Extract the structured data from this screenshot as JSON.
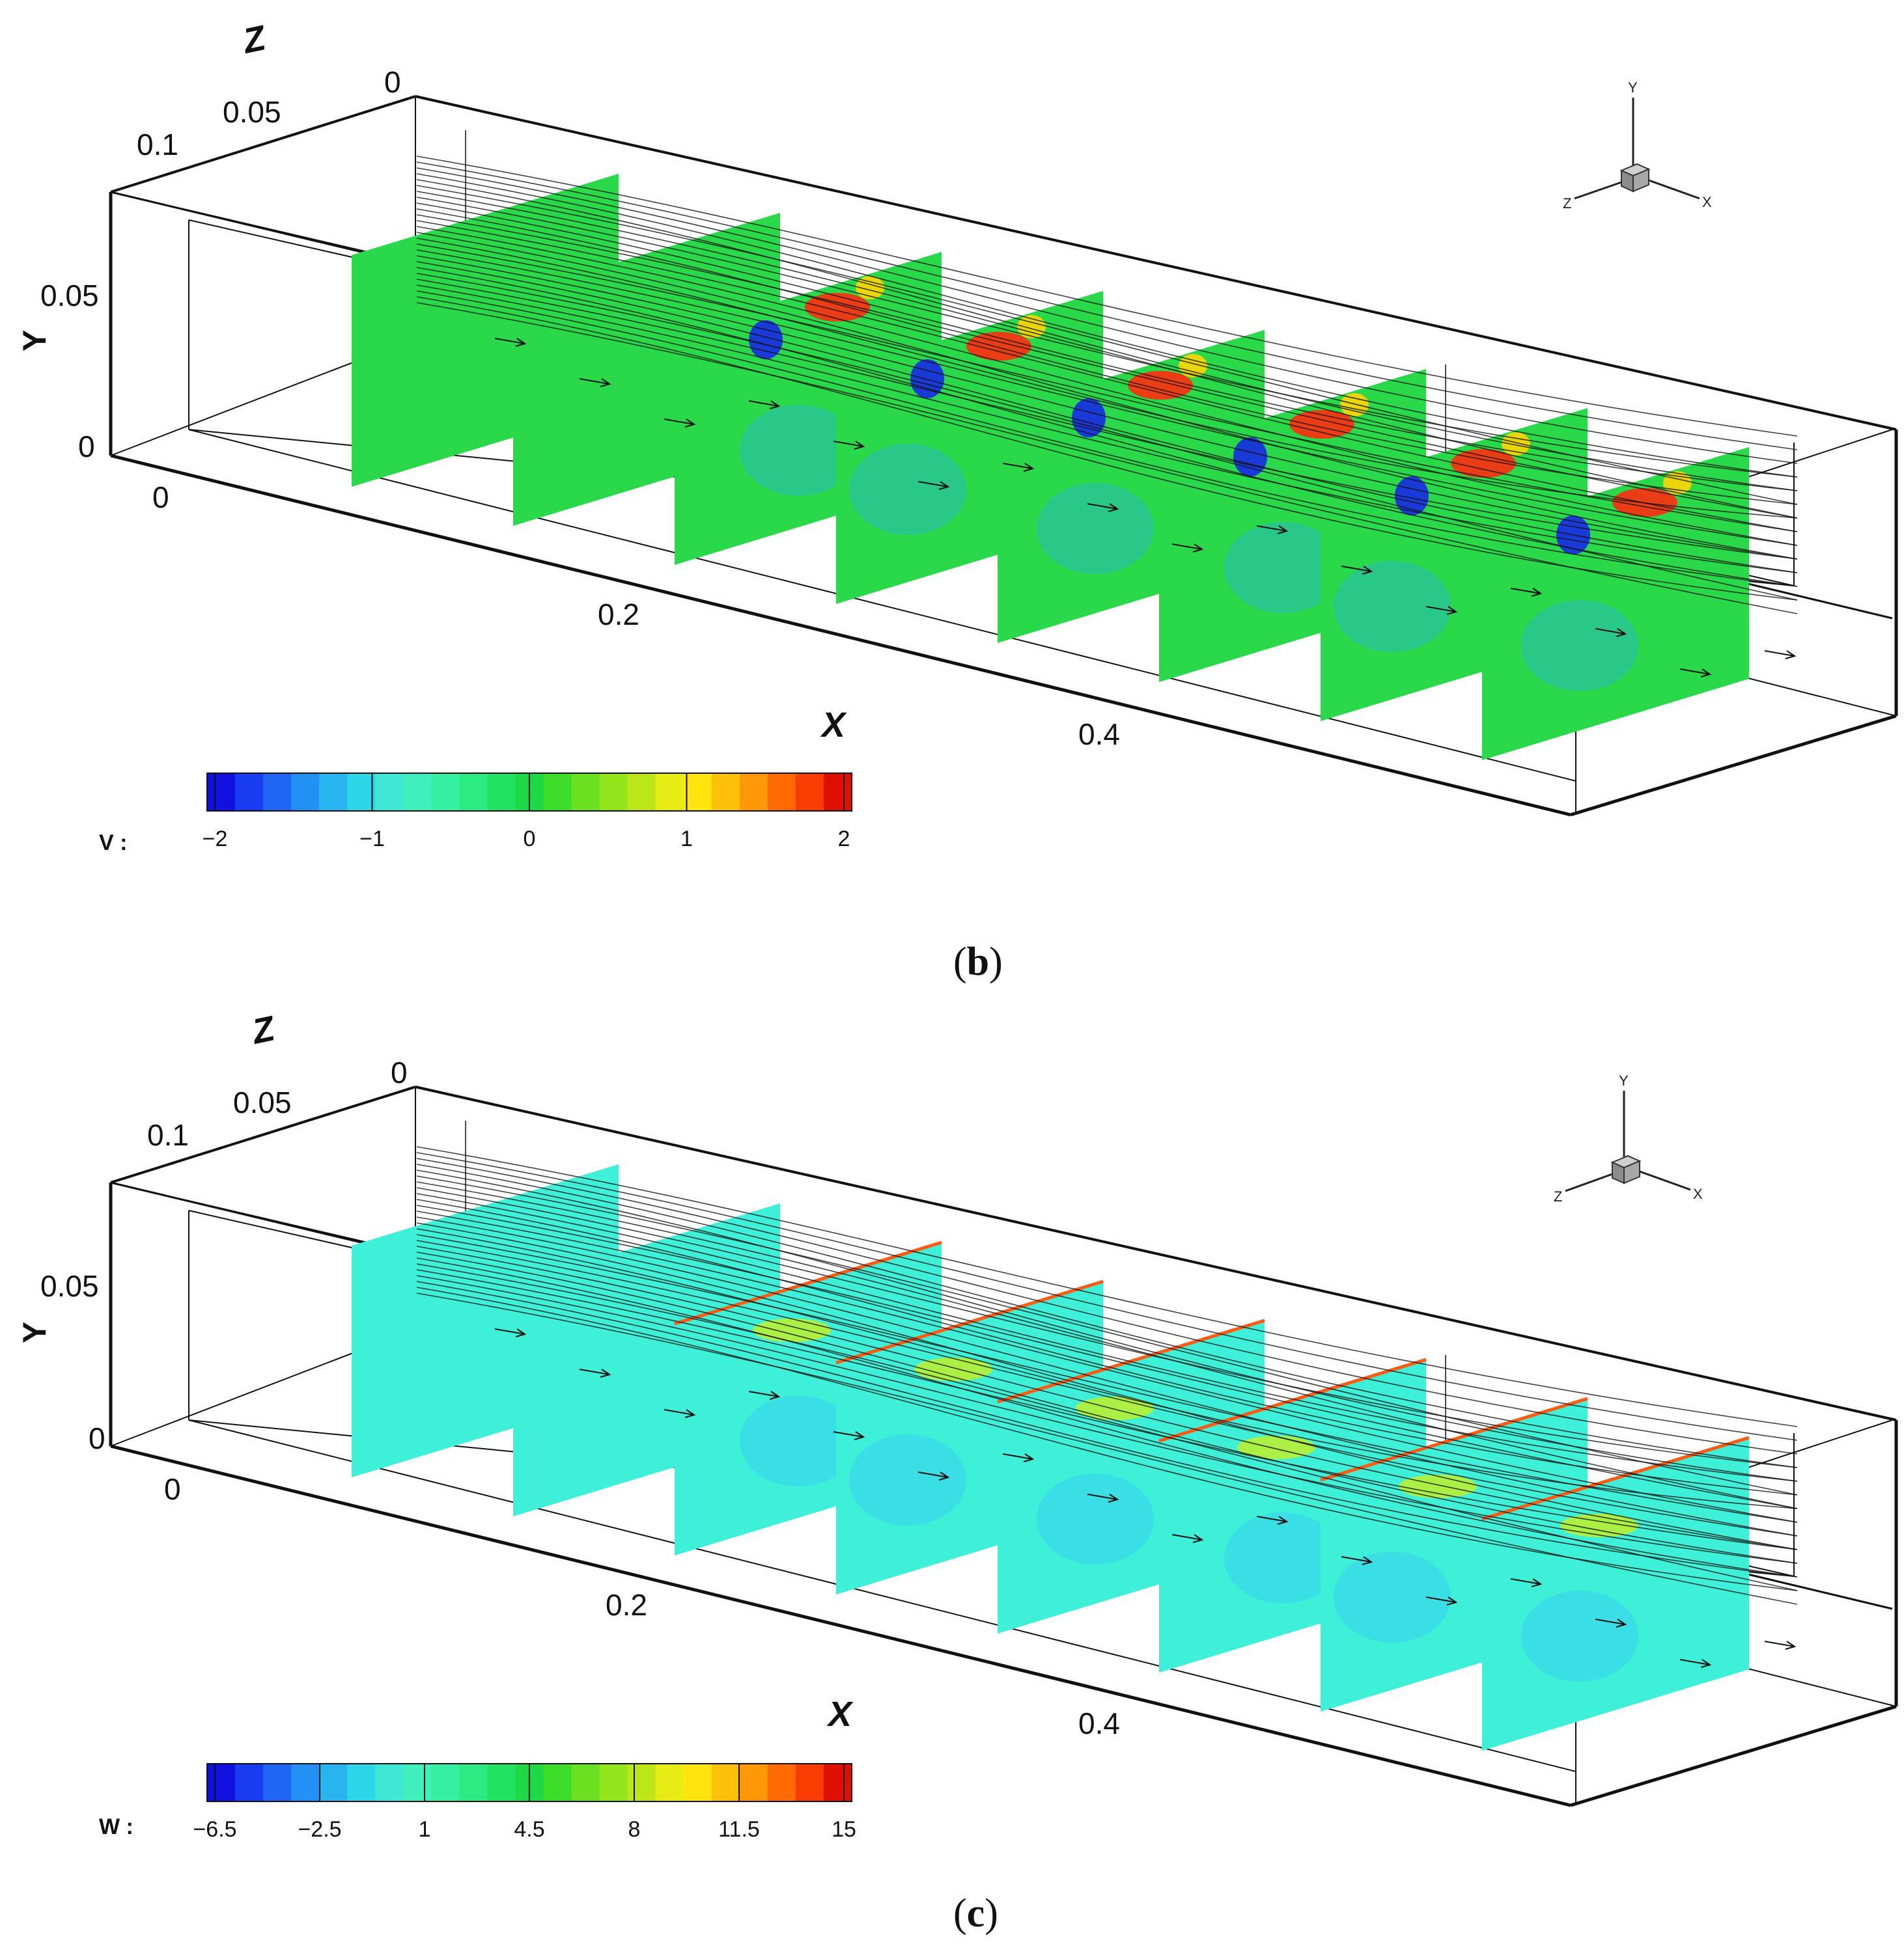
{
  "panels": [
    {
      "id": "b",
      "caption_letter": "b",
      "axes": {
        "x_title": "X",
        "y_title": "Y",
        "z_title": "Z",
        "x_ticks": [
          "0",
          "0.2",
          "0.4"
        ],
        "y_ticks": [
          "0",
          "0.05"
        ],
        "z_ticks": [
          "0",
          "0.05",
          "0.1"
        ]
      },
      "colorbar": {
        "variable": "V :",
        "tick_labels": [
          "−2",
          "−1",
          "0",
          "1",
          "2"
        ],
        "colors": [
          "#1010e0",
          "#1a3cf0",
          "#1f66f5",
          "#2390f5",
          "#27b4ef",
          "#2cd6e6",
          "#3ee8d4",
          "#3ff0bc",
          "#35f0a0",
          "#2ceb82",
          "#22e262",
          "#1ed846",
          "#3cdc28",
          "#6ae020",
          "#94e41c",
          "#bce61a",
          "#e6ec14",
          "#ffe40e",
          "#ffc00a",
          "#ff9806",
          "#ff6a04",
          "#f83c02",
          "#e01000"
        ],
        "color_min": "#1010e0",
        "color_mid": "#1ed846",
        "color_max": "#e01000"
      },
      "slice_base_color": "#29d94a",
      "triad": {
        "x": "X",
        "y": "Y",
        "z": "Z"
      }
    },
    {
      "id": "c",
      "caption_letter": "c",
      "axes": {
        "x_title": "X",
        "y_title": "Y",
        "z_title": "Z",
        "x_ticks": [
          "0",
          "0.2",
          "0.4"
        ],
        "y_ticks": [
          "0",
          "0.05"
        ],
        "z_ticks": [
          "0",
          "0.05",
          "0.1"
        ]
      },
      "colorbar": {
        "variable": "W :",
        "tick_labels": [
          "−6.5",
          "−2.5",
          "1",
          "4.5",
          "8",
          "11.5",
          "15"
        ],
        "colors": [
          "#1010e0",
          "#1a3cf0",
          "#1f66f5",
          "#2390f5",
          "#27b4ef",
          "#2cd6e6",
          "#3ee8d4",
          "#3ff0bc",
          "#35f0a0",
          "#2ceb82",
          "#22e262",
          "#1ed846",
          "#3cdc28",
          "#6ae020",
          "#94e41c",
          "#bce61a",
          "#e6ec14",
          "#ffe40e",
          "#ffc00a",
          "#ff9806",
          "#ff6a04",
          "#f83c02",
          "#e01000"
        ],
        "color_min": "#1010e0",
        "color_mid": "#3ef0d8",
        "color_max": "#e01000"
      },
      "slice_base_color": "#3ef0d8",
      "triad": {
        "x": "X",
        "y": "Y",
        "z": "Z"
      }
    }
  ]
}
